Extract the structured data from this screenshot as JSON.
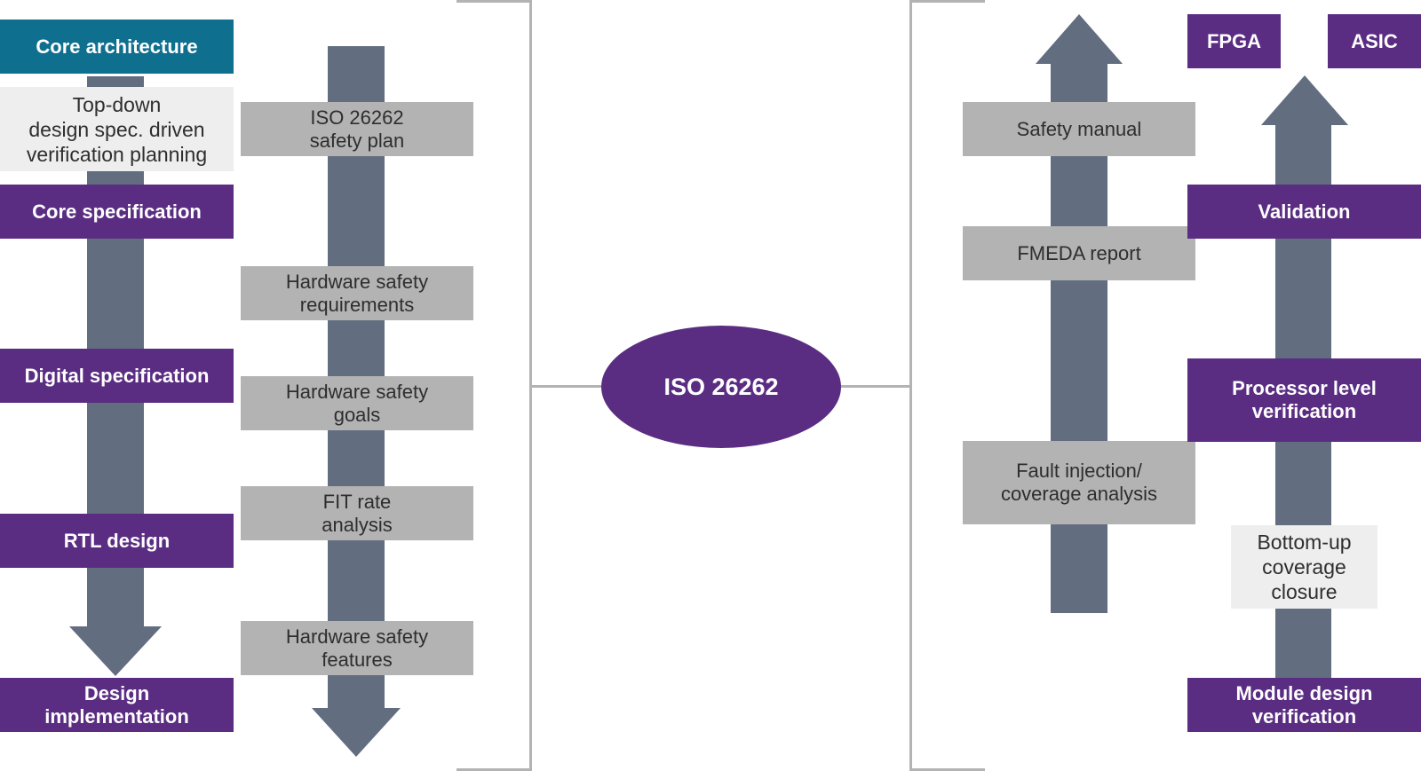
{
  "left_flow": {
    "core_architecture": "Core architecture",
    "top_down_note": "Top-down\ndesign spec. driven\nverification planning",
    "core_specification": "Core specification",
    "digital_specification": "Digital specification",
    "rtl_design": "RTL design",
    "design_implementation": "Design\nimplementation"
  },
  "safety_flow": {
    "safety_plan": "ISO 26262\nsafety plan",
    "hw_safety_requirements": "Hardware safety\nrequirements",
    "hw_safety_goals": "Hardware safety\ngoals",
    "fit_rate_analysis": "FIT rate\nanalysis",
    "hw_safety_features": "Hardware safety\nfeatures"
  },
  "center": {
    "label": "ISO 26262"
  },
  "right_safety_flow": {
    "safety_manual": "Safety manual",
    "fmeda_report": "FMEDA report",
    "fault_injection": "Fault injection/\ncoverage analysis"
  },
  "right_flow": {
    "fpga": "FPGA",
    "asic": "ASIC",
    "validation": "Validation",
    "processor_level_verification": "Processor level\nverification",
    "bottom_up_note": "Bottom-up\ncoverage\nclosure",
    "module_design_verification": "Module design\nverification"
  },
  "colors": {
    "purple": "#5a2d82",
    "teal": "#0f6f8f",
    "arrow": "#626e80",
    "gray_box": "#b3b3b3",
    "light_box": "#eeeeee"
  }
}
